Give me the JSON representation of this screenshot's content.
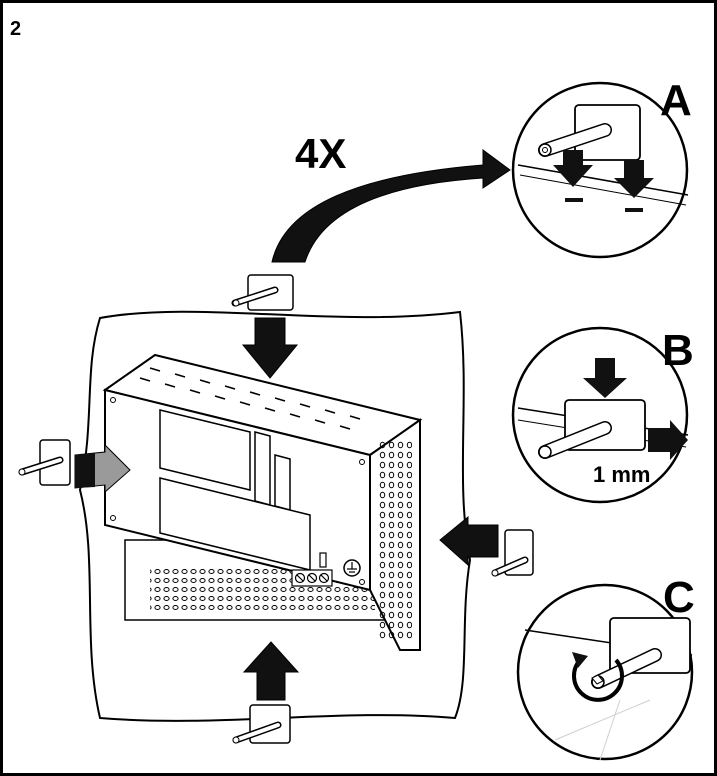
{
  "step_number": "2",
  "count_label": "4X",
  "details": [
    {
      "letter": "A"
    },
    {
      "letter": "B",
      "offset_label": "1 mm"
    },
    {
      "letter": "C"
    }
  ],
  "colors": {
    "line": "#000000",
    "arrow_dark": "#111111",
    "arrow_gray": "#9a9a9a",
    "panel": "#ffffff",
    "shade": "#cfcfcf"
  }
}
